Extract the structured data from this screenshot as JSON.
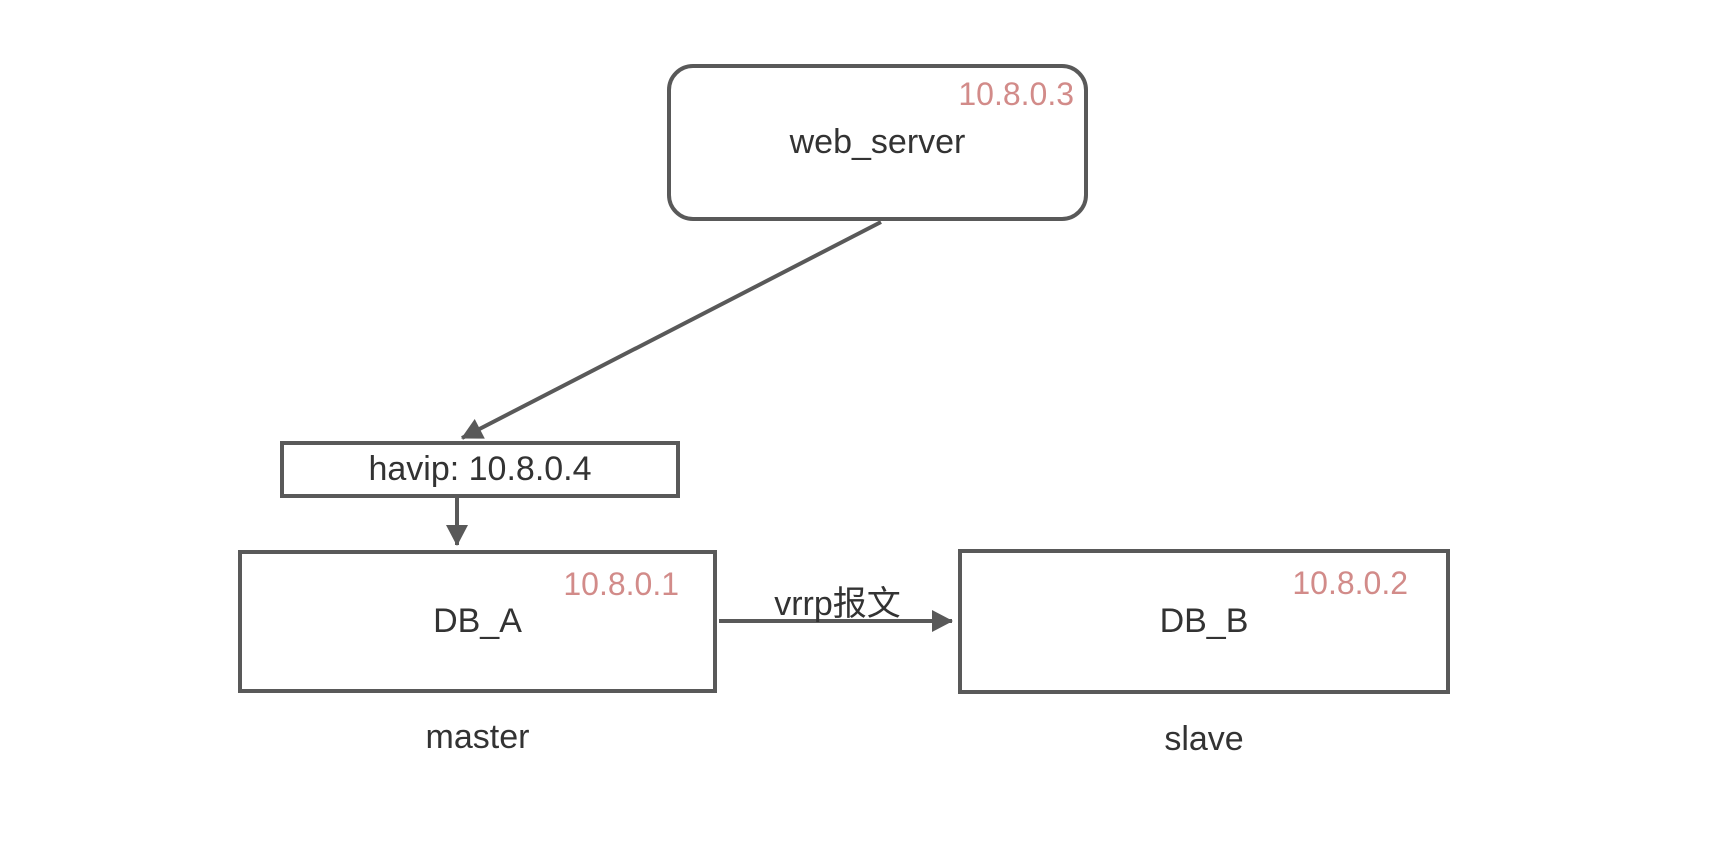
{
  "colors": {
    "stroke": "#595959",
    "text": "#333333",
    "ip": "#d28b89",
    "background": "#ffffff"
  },
  "nodes": {
    "web_server": {
      "label": "web_server",
      "ip": "10.8.0.3"
    },
    "havip": {
      "label": "havip: 10.8.0.4"
    },
    "db_a": {
      "label": "DB_A",
      "ip": "10.8.0.1",
      "role": "master"
    },
    "db_b": {
      "label": "DB_B",
      "ip": "10.8.0.2",
      "role": "slave"
    }
  },
  "edges": {
    "web_to_havip": {
      "from": "web_server",
      "to": "havip"
    },
    "havip_to_db_a": {
      "from": "havip",
      "to": "db_a"
    },
    "db_a_to_db_b": {
      "from": "db_a",
      "to": "db_b",
      "label": "vrrp报文"
    }
  }
}
